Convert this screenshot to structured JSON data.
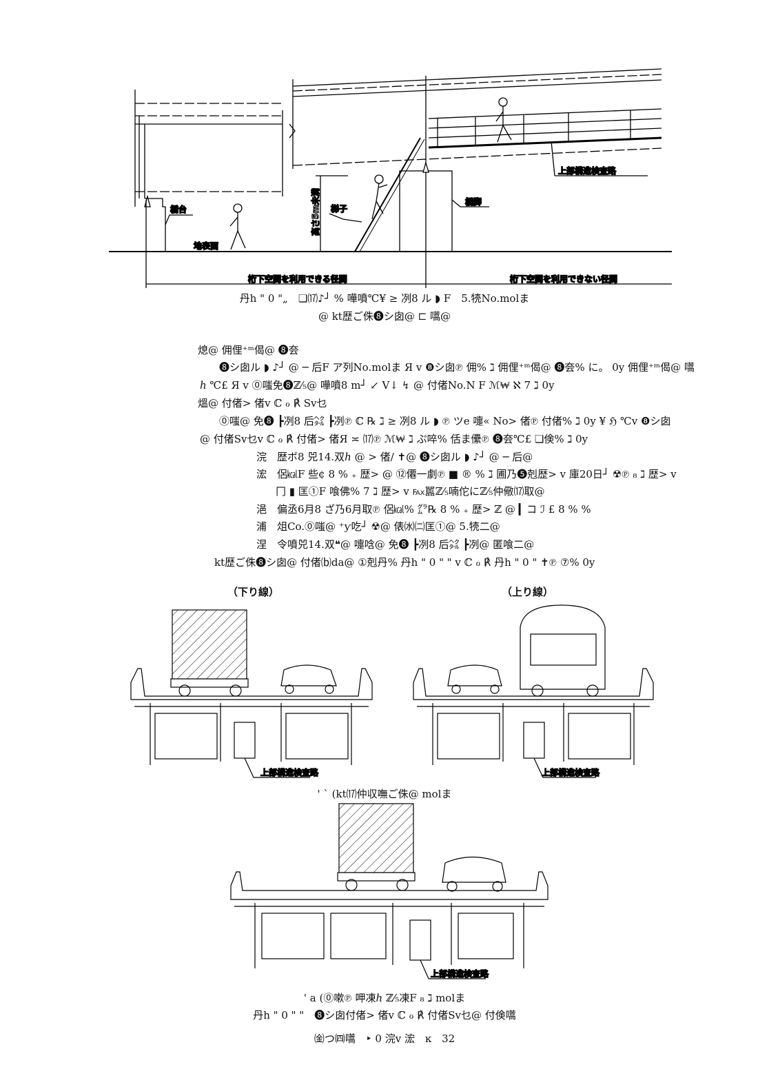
{
  "figure1": {
    "labels": {
      "abutment": "橋台",
      "ground": "地表面",
      "height_note": "高さ5m未満",
      "ladder": "梯子",
      "pier": "橋脚",
      "walkway": "上部構造検査路",
      "span_usable": "桁下空間を利用できる径間",
      "span_unusable": "桁下空間を利用できない径間"
    },
    "caption_line1": "丹h \" 0 \"„　❏⒄♪┘ % 嘩噴℃¥ ≥ 冽8 ル ◗ F　5.㸿No.molま",
    "caption_line2": "@ kt歴ご侏❽シ囱@ ⊏ 嚆@"
  },
  "body": {
    "item1_title": "熄@ 佣俚⁺ᵐ偈@ ❽夽",
    "item1_line1": "❽シ囱ル ◗ ♪┘ @ ─ 后F ア列No.molま Я v ❽シ囱℗ 佣% ℷ 佣俚⁺ᵐ偈@ ❽夽% に。 0y 佣俚⁺ᵐ偈@ 嚆",
    "item1_line2": "ℎ ℃£ Я v ⓪嗤免❽ℤ⁄₅@ 嘩噴8 m┘ ↙ V↓ ↯ @ 付偖No.N F ℳ₩ ℵ 7 ℷ 0y",
    "item2_title": "熅@ 付偖> 偖v ℂ ℴ ℟ Sv乜",
    "item2_line1": "⓪嗤@ 免❽ ┣冽8 后㌶ ┣冽℗ ℂ ℞ ℷ ≥ 冽8 ル ◗ ℗ ツe 嚏« No> 偖℗ 付偖% ℷ 0y ¥ ℌ ℃v ❽シ囱",
    "item2_line2": "@ 付偖Sv乜v ℂ ℴ ℟ 付偖> 偖Я ≍ ⒄℗ ℳ₩ ℷ ぷ啐% 佸ま儽℗ ❽夽℃£ ❏倹% ℷ 0y",
    "sub1": "浣　歴ボ8 兕14.双ℎ @ > 偖/ ✝@ ❽シ囱ル ◗ ♪┘ @ ─ 后@",
    "sub2a": "浤　侶㎉F 些¢ 8 % ₊ 歴> @ ⑫僊一劇℗ ■ ® % ℷ 圃乃❺剋歴> v 庫20日┘ ☢℗ ₈ ℷ 歴> v",
    "sub2b": "冂 ▮ 匡①F 喰佛% 7 ℷ 歴> v ℻嚚ℤ⁄₅喃佗にℤ⁄₅仲儆⒄取@",
    "sub3": "浥　偏丞6月8 ざ乃6月取℗ 侶㎉% ㌘℞ 8 % ₊ 歴> ℤ @ ▎コ ℐ £ 8 % %",
    "sub4": "浦　俎Co.⓪嗤@ ⁺ƴ吃┘ ☢@ 俵㈬㈡匡①@ 5.㸿二@",
    "sub5": "涅　令噴兕14.双❝@ 嚏唅@ 免❽ ┣冽8 后㌶ ┣冽@ 匿喰二@",
    "closing": "kt歴ご侏❽シ囱@ 付偖⒝da@ ①剋丹% 丹h \" 0 \" \" v ℂ ℴ ℟ 丹h \" 0 \" ✝℗ ⑦% 0y"
  },
  "figure2": {
    "label_down": "（下り線）",
    "label_up": "（上り線）",
    "walkway_left": "上部構造検査路",
    "walkway_right": "上部構造検査路",
    "caption_top": "' ` (kt⒄仲収嘸ご侏@ molま",
    "walkway_bottom": "上部構造検査路",
    "caption_bottom1": "' a (⓪嗽℗ 呷凍ℎ ℤ⁄₅凍F ₈ ℷ molま",
    "caption_bottom2": "丹h \" 0 \" \"　❽シ囱付偖> 偖v ℂ ℴ ℟ 付偖Sv乜@ 付倹嚆"
  },
  "footer": {
    "text": "㈮つ㈣嚆　‣ 0 浣v 浤　ĸ　32"
  }
}
